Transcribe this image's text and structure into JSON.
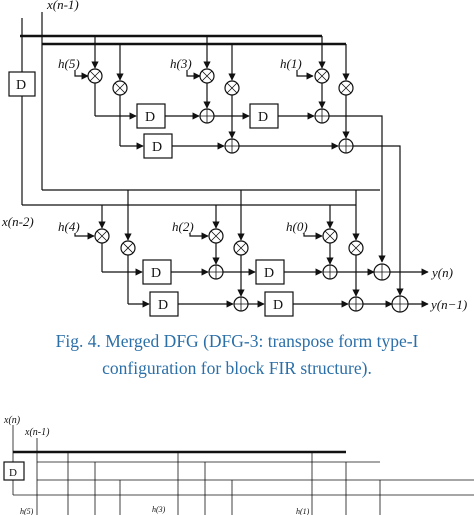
{
  "figure_top": {
    "inputs": {
      "x_n_minus_1": "x(n-1)",
      "x_n_minus_2": "x(n-2)"
    },
    "coefficients_row1": [
      "h(5)",
      "h(3)",
      "h(1)"
    ],
    "coefficients_row2": [
      "h(4)",
      "h(2)",
      "h(0)"
    ],
    "delay_label": "D",
    "outputs": {
      "y_n": "y(n)",
      "y_n_minus_1": "y(n−1)"
    }
  },
  "caption": {
    "line1": "Fig. 4. Merged DFG (DFG-3: transpose form type-I",
    "line2": "configuration for block FIR structure)."
  },
  "figure_bottom": {
    "inputs": {
      "x_n": "x(n)",
      "x_n_minus_1": "x(n-1)"
    },
    "delay_label": "D",
    "coefficients_visible": [
      "h(5)",
      "h(3)",
      "h(1)"
    ]
  },
  "colors": {
    "caption": "#2b6fa8",
    "lines": "#111111",
    "background": "#ffffff"
  }
}
